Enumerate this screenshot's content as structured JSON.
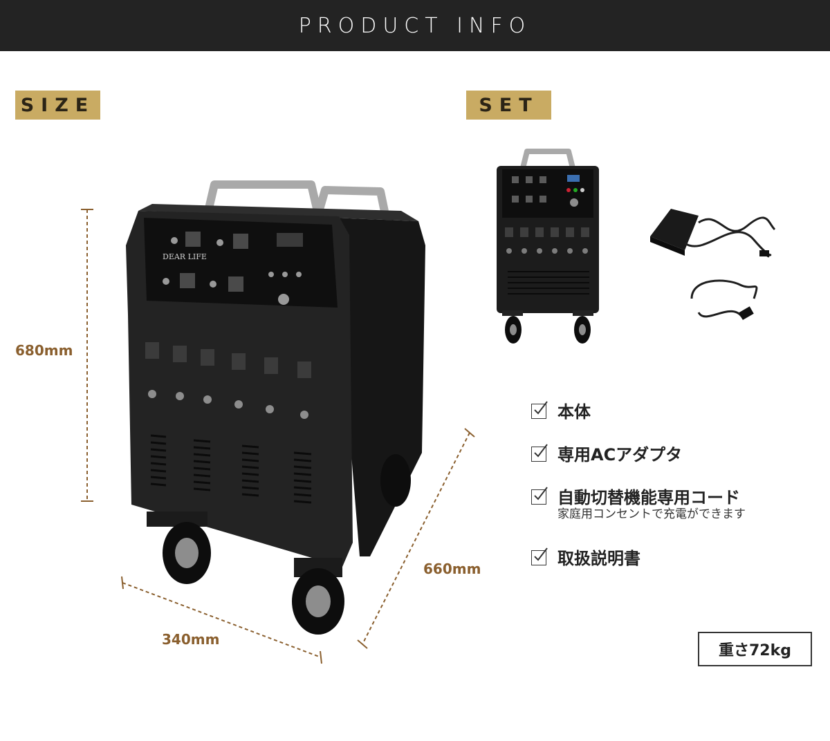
{
  "header": {
    "title": "PRODUCT INFO"
  },
  "size_section": {
    "label": "SIZE",
    "height_dim": "680mm",
    "depth_dim": "660mm",
    "width_dim": "340mm"
  },
  "product": {
    "brand_text": "DEAR LIFE"
  },
  "set_section": {
    "label": "SET",
    "items": [
      {
        "label": "本体",
        "sub": ""
      },
      {
        "label": "専用ACアダプタ",
        "sub": ""
      },
      {
        "label": "自動切替機能専用コード",
        "sub": "家庭用コンセントで充電ができます"
      },
      {
        "label": "取扱説明書",
        "sub": ""
      }
    ]
  },
  "weight": {
    "label": "重さ72kg"
  },
  "colors": {
    "header_bg": "#232323",
    "tag_gold": "#c9ab63",
    "dim_brown": "#8a5f2e"
  }
}
